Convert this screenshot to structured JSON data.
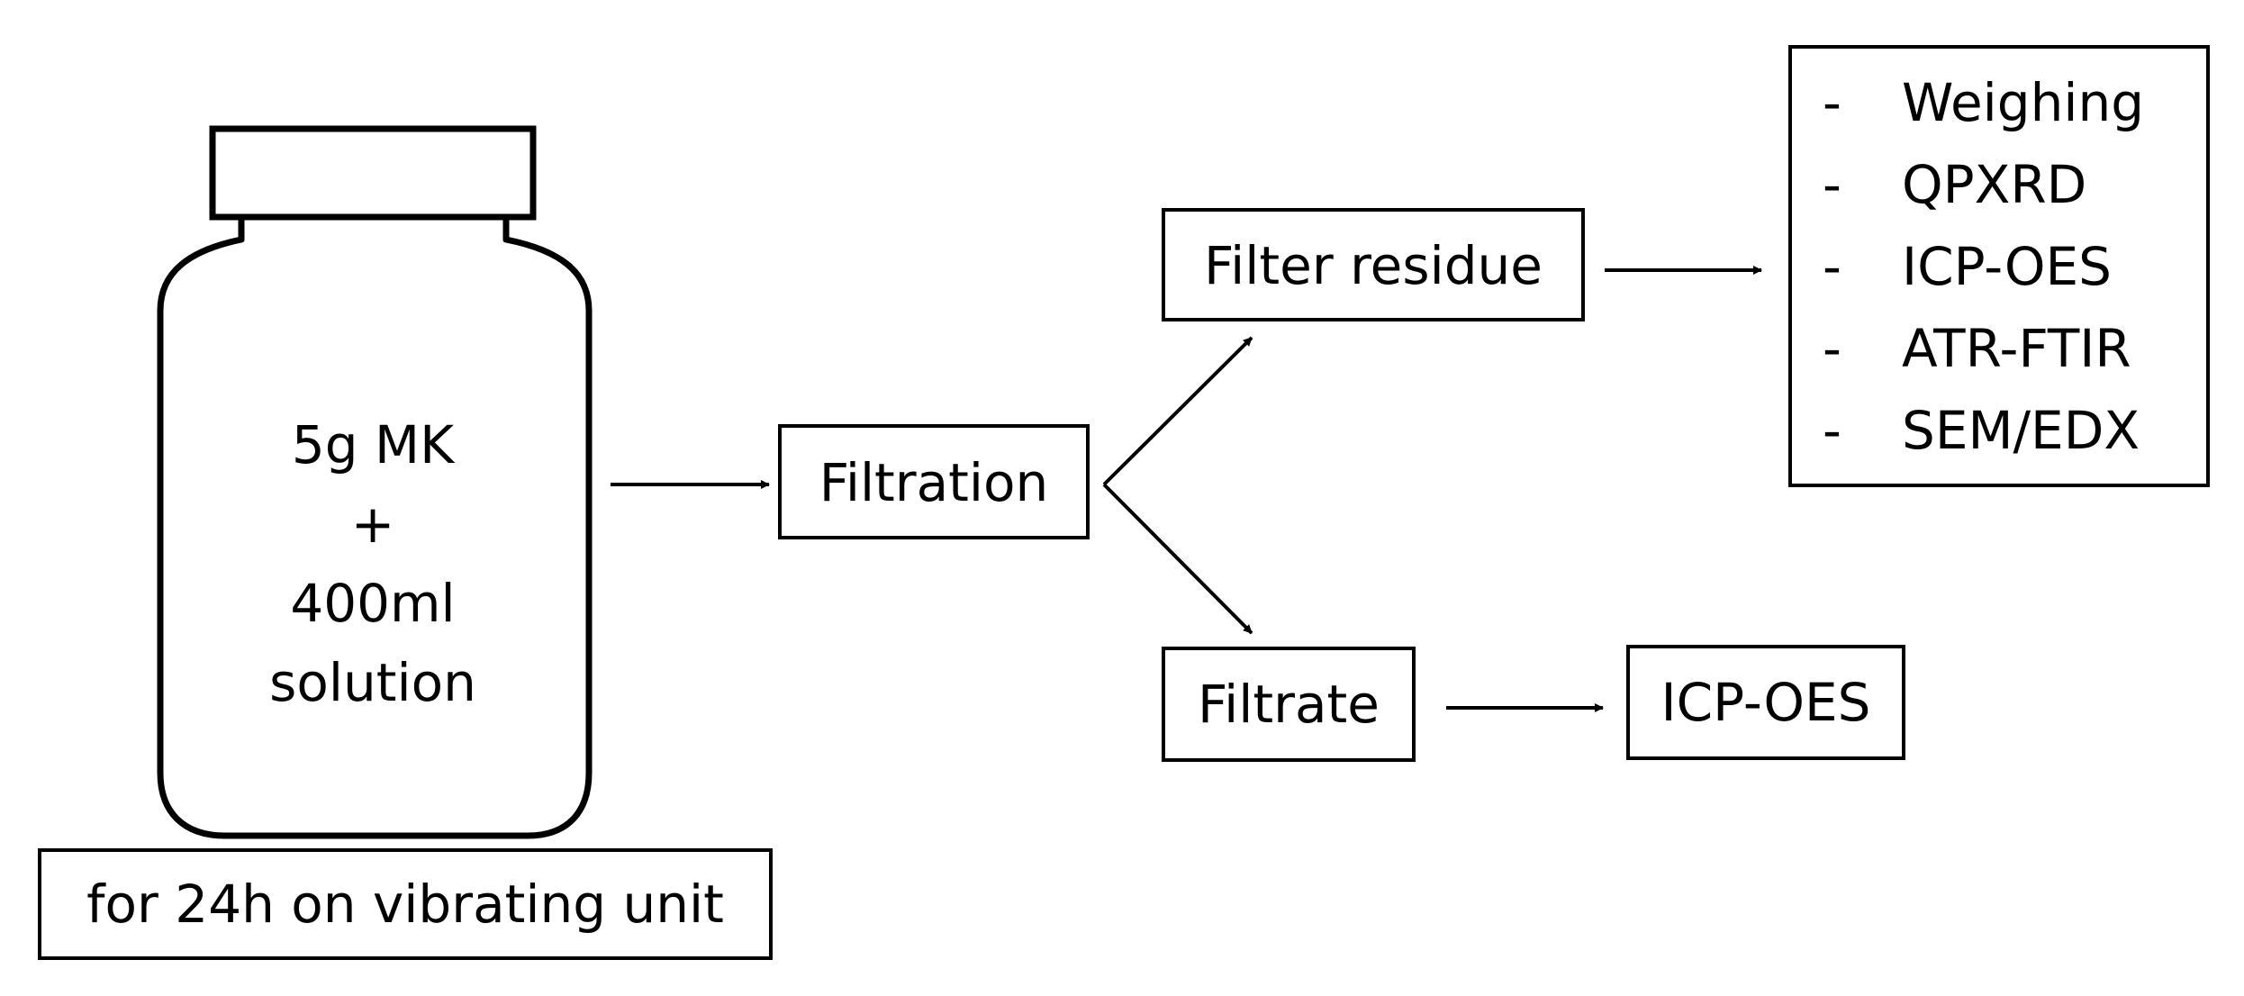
{
  "jar": {
    "lines": [
      "5g MK",
      "+",
      "400ml",
      "solution"
    ]
  },
  "base_label": "for 24h on vibrating unit",
  "filtration_label": "Filtration",
  "filter_residue_label": "Filter residue",
  "filtrate_label": "Filtrate",
  "filtrate_analysis_label": "ICP-OES",
  "residue_analyses": {
    "bullet": "-",
    "items": [
      "Weighing",
      "QPXRD",
      "ICP-OES",
      "ATR-FTIR",
      "SEM/EDX"
    ]
  },
  "colors": {
    "stroke": "#000000",
    "background": "#ffffff"
  }
}
